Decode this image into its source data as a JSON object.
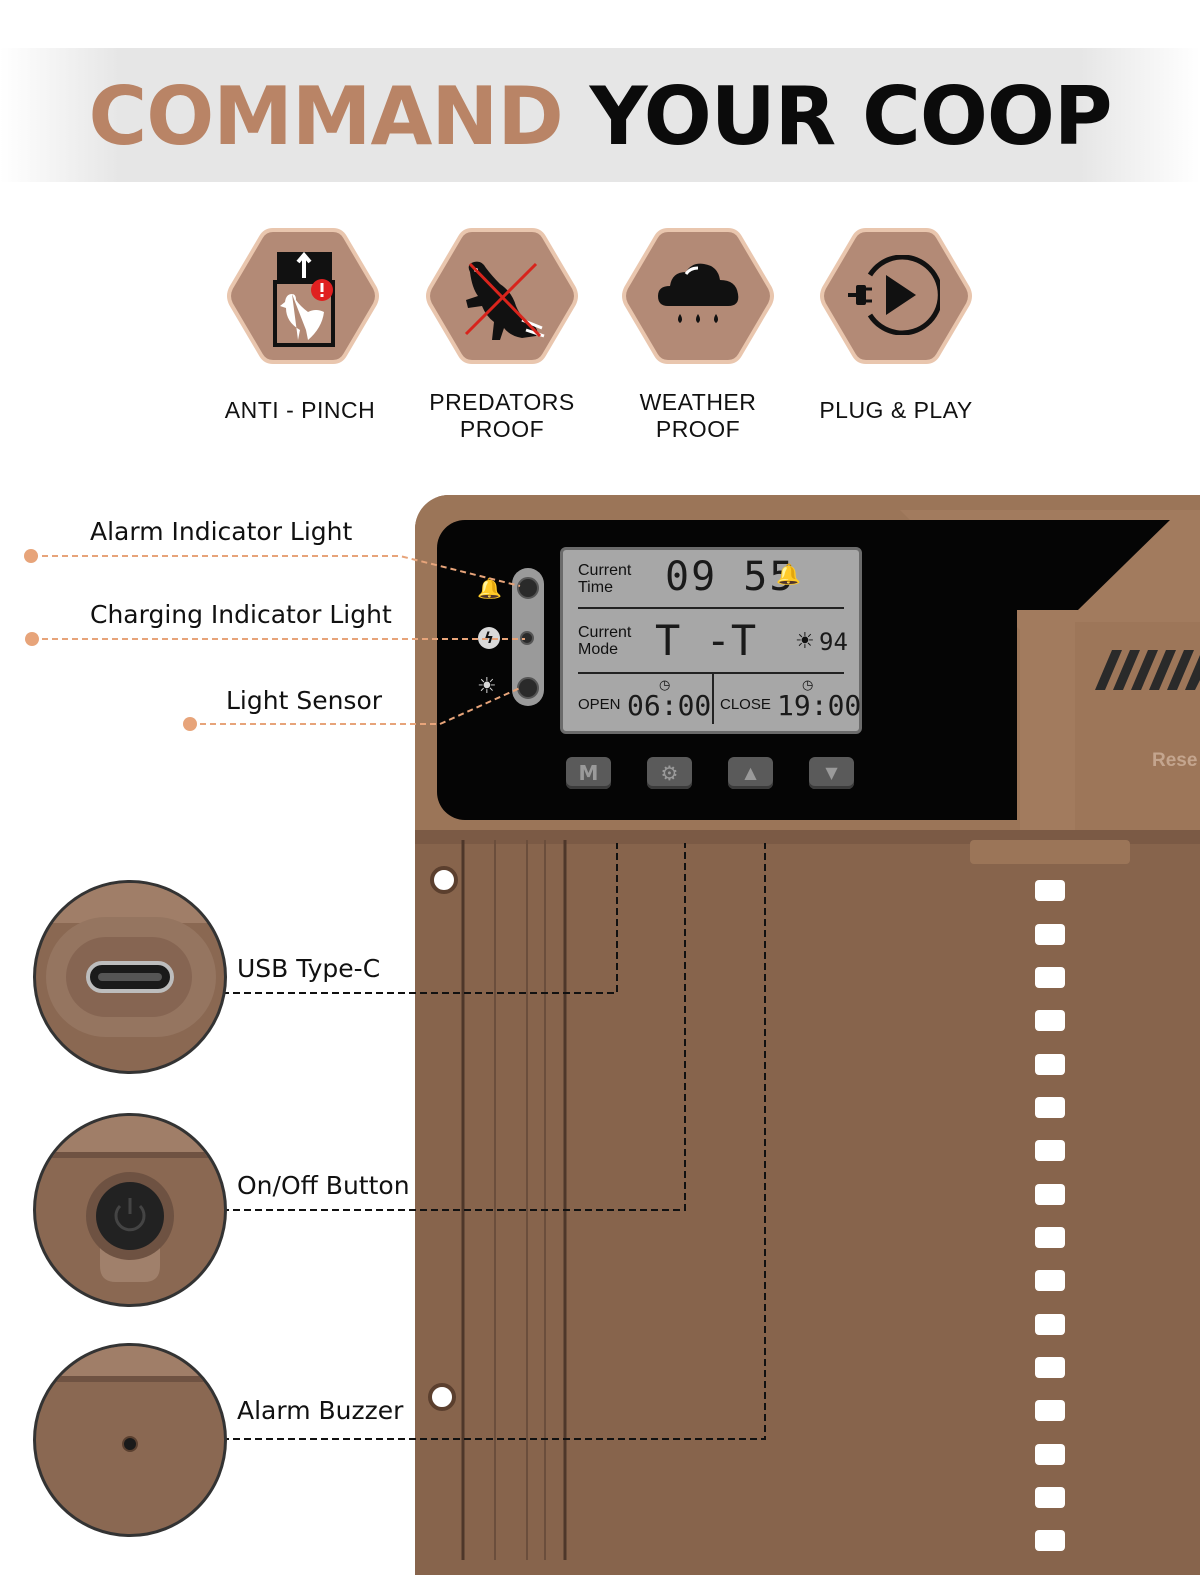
{
  "header": {
    "title_part1": "COMMAND",
    "title_part2": "YOUR COOP"
  },
  "features": [
    {
      "icon": "anti-pinch-icon",
      "label_line1": "ANTI - PINCH",
      "label_line2": ""
    },
    {
      "icon": "predator-icon",
      "label_line1": "PREDATORS",
      "label_line2": "PROOF"
    },
    {
      "icon": "weather-icon",
      "label_line1": "WEATHER",
      "label_line2": "PROOF"
    },
    {
      "icon": "plug-play-icon",
      "label_line1": "PLUG & PLAY",
      "label_line2": ""
    }
  ],
  "callouts": {
    "alarm_light": "Alarm Indicator Light",
    "charging_light": "Charging Indicator Light",
    "light_sensor": "Light Sensor",
    "usb": "USB Type-C",
    "power": "On/Off Button",
    "buzzer": "Alarm Buzzer"
  },
  "lcd": {
    "current_time_l1": "Current",
    "current_time_l2": "Time",
    "time_value": "09 55",
    "current_mode_l1": "Current",
    "current_mode_l2": "Mode",
    "mode_value": "T -T",
    "light_value": "94",
    "open_label": "OPEN",
    "open_value": "06:00",
    "close_label": "CLOSE",
    "close_value": "19:00"
  },
  "buttons": {
    "mode": "M",
    "settings": "⚙",
    "up": "▲",
    "down": "▼"
  },
  "device": {
    "reset_text": "Rese"
  },
  "colors": {
    "accent": "#b98466",
    "hex_fill": "#b38a76",
    "device_body": "#87644c",
    "device_top": "#9b7558",
    "callout_line": "#e7a47a"
  }
}
